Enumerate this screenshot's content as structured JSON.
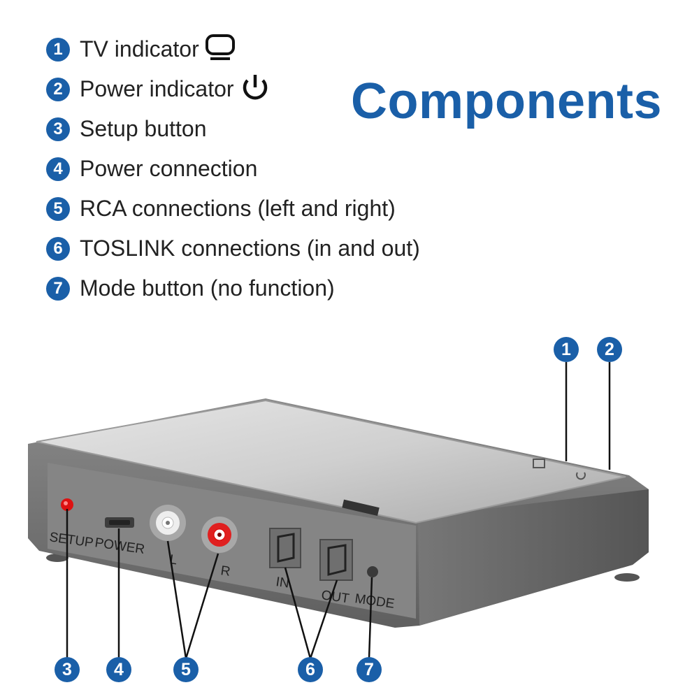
{
  "title": "Components",
  "legend": [
    {
      "num": "1",
      "label": "TV indicator",
      "icon": "tv-icon"
    },
    {
      "num": "2",
      "label": "Power indicator",
      "icon": "power-icon"
    },
    {
      "num": "3",
      "label": "Setup button"
    },
    {
      "num": "4",
      "label": "Power connection"
    },
    {
      "num": "5",
      "label": "RCA connections (left and right)"
    },
    {
      "num": "6",
      "label": "TOSLINK connections (in and out)"
    },
    {
      "num": "7",
      "label": "Mode button (no function)"
    }
  ],
  "device": {
    "labels": {
      "setup": "SETUP",
      "power": "POWER",
      "left": "L",
      "right": "R",
      "in": "IN",
      "out": "OUT",
      "mode": "MODE"
    },
    "colors": {
      "body": "#7a7a7a",
      "top": "#c9c9c9",
      "accent": "#1a5fa8",
      "rca_right": "#e02020"
    }
  },
  "callouts": {
    "c1": "1",
    "c2": "2",
    "c3": "3",
    "c4": "4",
    "c5": "5",
    "c6": "6",
    "c7": "7"
  }
}
